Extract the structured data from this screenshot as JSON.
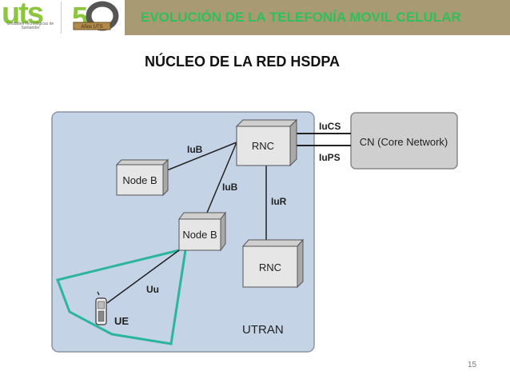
{
  "header": {
    "title": "EVOLUCIÓN DE LA TELEFONÍA MOVIL CELULAR",
    "logo_text": "uts",
    "logo_subtitle": "Unidades Tecnológicas de Santander",
    "anniversary_text": "50",
    "anniversary_ribbon": "Años UTS"
  },
  "slide": {
    "title": "NÚCLEO DE LA RED HSDPA",
    "page_number": "15"
  },
  "diagram": {
    "region_label": "UTRAN",
    "nodes": {
      "rnc_main": "RNC",
      "rnc_secondary": "RNC",
      "node_b_1": "Node B",
      "node_b_2": "Node B",
      "core_network": "CN (Core Network)",
      "ue": "UE"
    },
    "links": {
      "iub_1": "IuB",
      "iub_2": "IuB",
      "iur": "IuR",
      "iucs": "IuCS",
      "iups": "IuPS",
      "uu": "Uu"
    },
    "colors": {
      "utran_fill": "#c5d3e6",
      "box_fill": "#e4e4e4",
      "cn_fill": "#cfcfcf",
      "coverage_line": "#2bb5a0"
    }
  }
}
